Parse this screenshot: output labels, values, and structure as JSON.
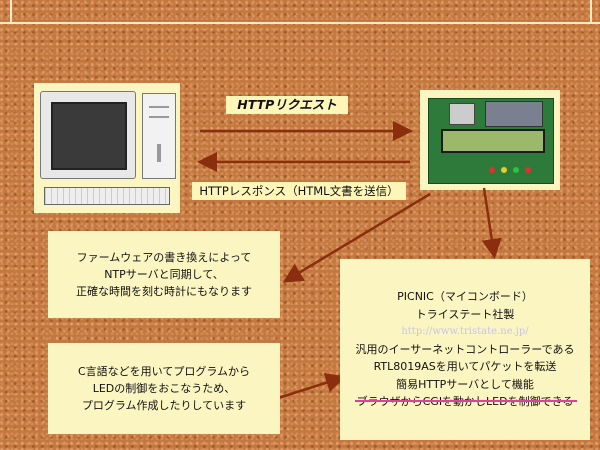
{
  "request_label": "HTTPリクエスト",
  "response_label": "HTTPレスポンス（HTML文書を送信）",
  "firmware_box": {
    "lines": [
      "ファームウェアの書き換えによって",
      "NTPサーバと同期して、",
      "正確な時間を刻む時計にもなります"
    ]
  },
  "c_box": {
    "lines": [
      "C言語などを用いてプログラムから",
      "LEDの制御をおこなうため、",
      "プログラム作成したりしています"
    ]
  },
  "picnic_box": {
    "lines": [
      "PICNIC（マイコンボード）",
      "トライステート社製",
      "http://www.tristate.ne.jp/",
      "汎用のイーサーネットコントローラーである",
      "RTL8019ASを用いてパケットを転送",
      "簡易HTTPサーバとして機能",
      "ブラウザからCGIを動かしLEDを制御できる"
    ]
  },
  "colors": {
    "arrow": "#8b2e0e",
    "label_bg": "#fdf6b8",
    "box_bg": "#fbf5c2",
    "highlight_underline": "#e0409a",
    "background": "#c4773e"
  },
  "icons": [
    "computer-icon",
    "picnic-board-icon"
  ]
}
